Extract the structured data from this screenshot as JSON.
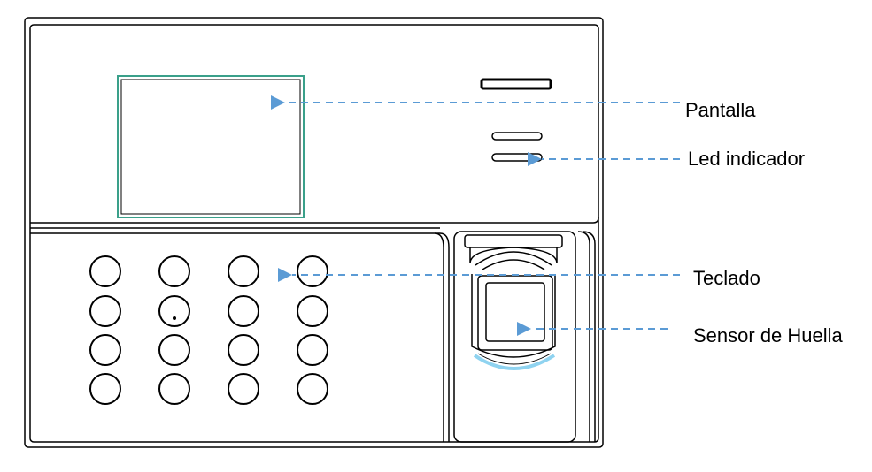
{
  "labels": {
    "screen": "Pantalla",
    "led": "Led indicador",
    "keypad": "Teclado",
    "sensor": "Sensor de Huella"
  },
  "colors": {
    "outline": "#000000",
    "screen_border": "#3aa08a",
    "callout": "#5b9bd5",
    "sensor_glow": "#8fd3f0",
    "background": "#ffffff"
  },
  "keypad": {
    "rows": 4,
    "cols": 4
  }
}
